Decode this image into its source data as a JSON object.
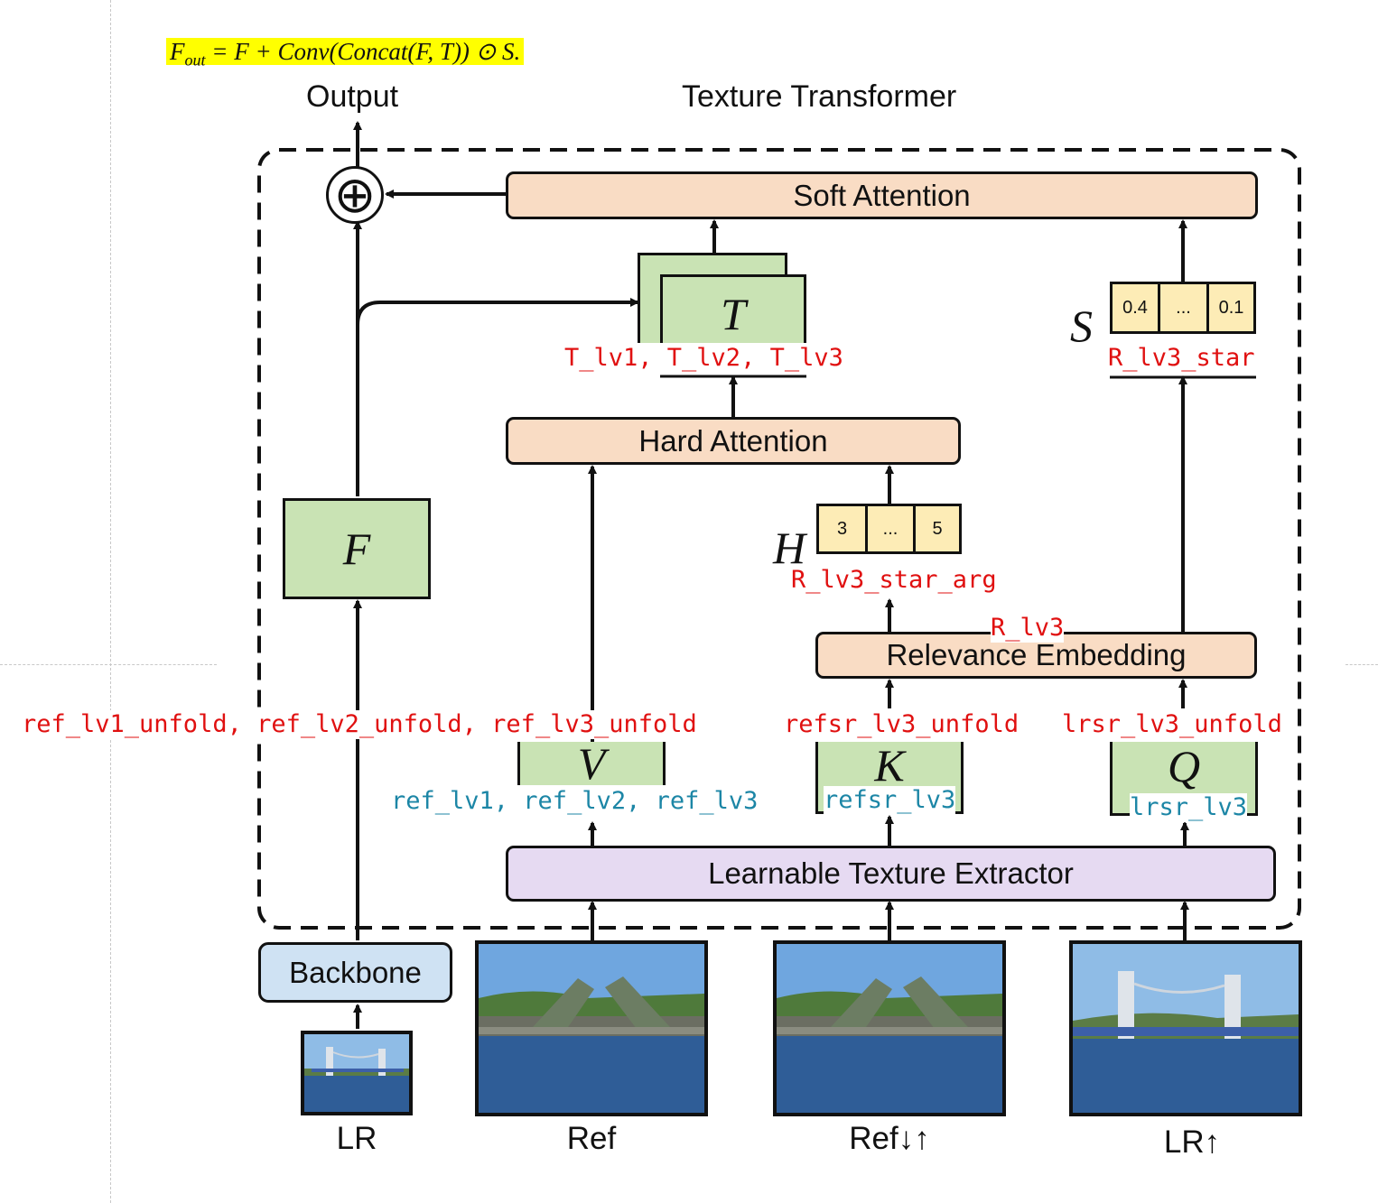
{
  "formula": {
    "lhs_base": "F",
    "lhs_sub": "out",
    "rhs": " = F + Conv(Concat(F, T)) ⊙ S."
  },
  "titles": {
    "output": "Output",
    "module": "Texture Transformer"
  },
  "blocks": {
    "soft_attention": "Soft Attention",
    "hard_attention": "Hard Attention",
    "relevance_embedding": "Relevance Embedding",
    "texture_extractor": "Learnable Texture Extractor",
    "backbone": "Backbone"
  },
  "symbols": {
    "F": "F",
    "T": "T",
    "S": "S",
    "H": "H",
    "V": "V",
    "K": "K",
    "Q": "Q",
    "add": "⊕"
  },
  "S_cells": [
    "0.4",
    "...",
    "0.1"
  ],
  "H_cells": [
    "3",
    "...",
    "5"
  ],
  "annotations": {
    "T_levels": "T_lv1, T_lv2, T_lv3",
    "R_star": "R_lv3_star",
    "R_star_arg": "R_lv3_star_arg",
    "R": "R_lv3",
    "ref_unfold": "ref_lv1_unfold, ref_lv2_unfold, ref_lv3_unfold",
    "refsr_unfold": "refsr_lv3_unfold",
    "lrsr_unfold": "lrsr_lv3_unfold",
    "ref_levels": "ref_lv1, ref_lv2, ref_lv3",
    "refsr_level": "refsr_lv3",
    "lrsr_level": "lrsr_lv3"
  },
  "inputs": {
    "lr": "LR",
    "ref": "Ref",
    "ref_down_up": "Ref↓↑",
    "lr_up": "LR↑"
  },
  "colors": {
    "attention_block": "#f9dcc4",
    "extractor_block": "#e6daf2",
    "backbone_block": "#cfe2f3",
    "feature_block": "#c9e3b4",
    "score_cell": "#fdecb6",
    "annotation_red": "#e01010",
    "annotation_teal": "#1c86a6",
    "formula_highlight": "#ffff00"
  }
}
